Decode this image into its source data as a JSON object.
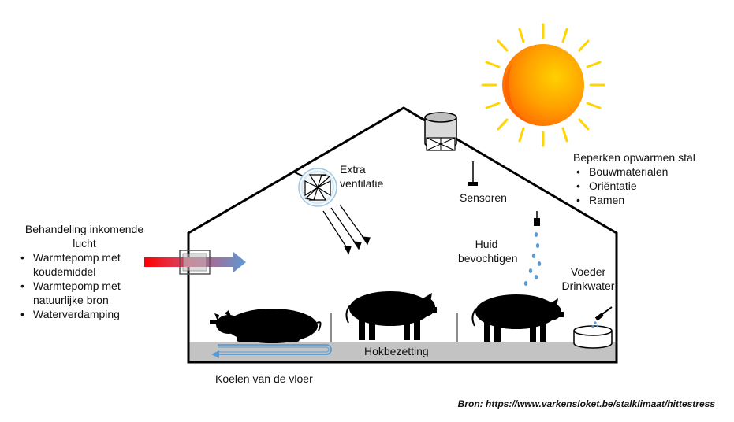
{
  "labels": {
    "extra_ventilatie": "Extra\nventilatie",
    "sensoren": "Sensoren",
    "huid_bevochtigen": "Huid\nbevochtigen",
    "voeder_drinkwater": "Voeder\nDrinkwater",
    "hokbezetting": "Hokbezetting",
    "koelen_vloer": "Koelen van de vloer"
  },
  "inlet": {
    "title": "Behandeling inkomende\nlucht",
    "items": [
      "Warmtepomp met\nkoudemiddel",
      "Warmtepomp met\nnatuurlijke bron",
      "Waterverdamping"
    ]
  },
  "heating": {
    "title": "Beperken opwarmen stal",
    "items": [
      "Bouwmaterialen",
      "Oriëntatie",
      "Ramen"
    ]
  },
  "source": "Bron: https://www.varkensloket.be/stalklimaat/hittestress",
  "colors": {
    "floor": "#c3c3c3",
    "cold_air": "#5b9bd5",
    "warm_air": "#ff0000",
    "sun_outer": "#f7a21c",
    "sun_core": "#ff8a00",
    "sun_rays": "#ffd400",
    "water_drops": "#5b9bd5",
    "pigs": "#000000"
  }
}
